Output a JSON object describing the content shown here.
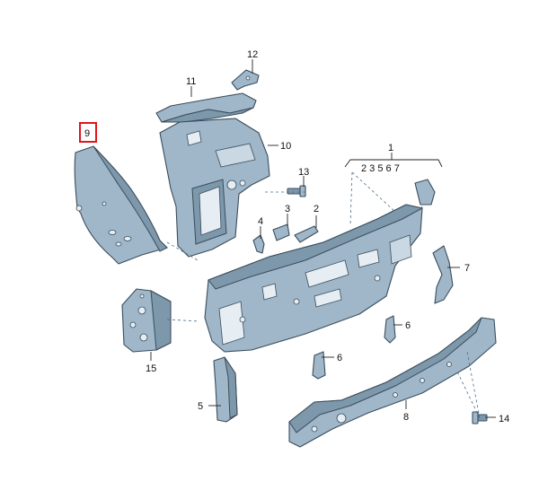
{
  "labels": {
    "p1": "1",
    "p1_sub": "2 3 5 6 7",
    "p2": "2",
    "p3": "3",
    "p4": "4",
    "p5": "5",
    "p6a": "6",
    "p6b": "6",
    "p7": "7",
    "p8": "8",
    "p9": "9",
    "p10": "10",
    "p11": "11",
    "p12": "12",
    "p13": "13",
    "p14": "14",
    "p15": "15"
  },
  "highlighted_part": "9",
  "colors": {
    "part_fill": "#9fb7c9",
    "outline": "#3b4d5c",
    "highlight": "#e0141e"
  }
}
